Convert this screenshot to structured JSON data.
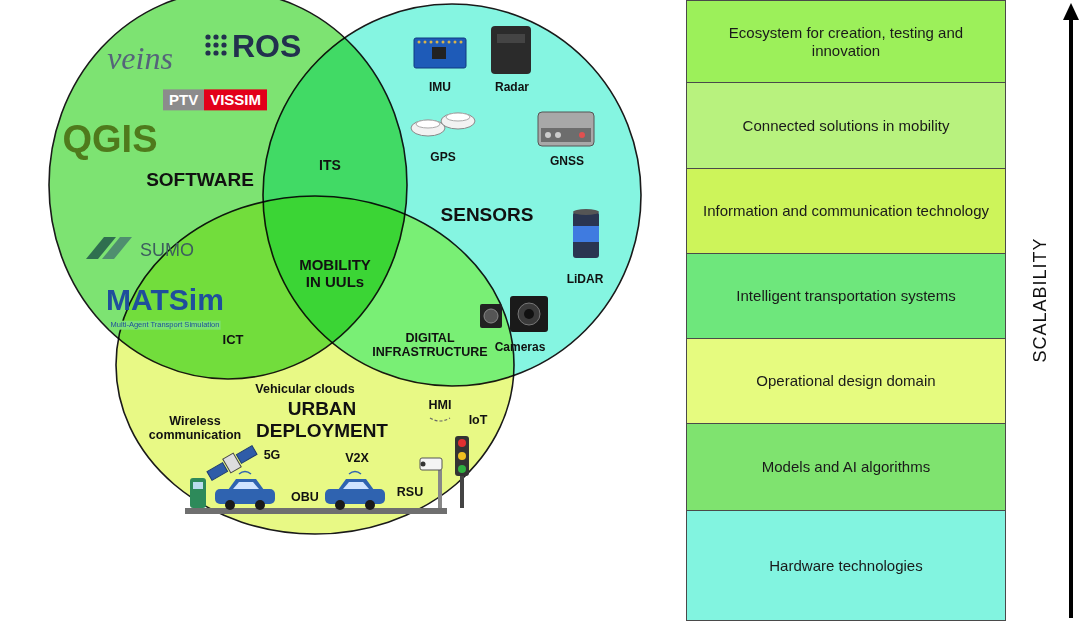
{
  "diagram": {
    "nodes": [
      {
        "text": [
          "SOFTWARE"
        ]
      },
      {
        "text": [
          "SENSORS"
        ]
      },
      {
        "text": [
          "URBAN DEPLOYMENT"
        ]
      },
      {
        "text": [
          "Ecosystem for creation, testing and innovation"
        ]
      },
      {
        "text": [
          "Connected solutions in mobility"
        ]
      },
      {
        "text": [
          "Information and communication technology"
        ]
      },
      {
        "text": [
          "Intelligent transportation systems"
        ]
      },
      {
        "text": [
          "Operational design domain"
        ]
      },
      {
        "text": [
          "Models and AI algorithms"
        ]
      },
      {
        "text": [
          "Hardware technologies"
        ]
      }
    ],
    "labels": [
      "veins",
      "ROS",
      "PTV",
      "VISSIM",
      "QGIS",
      "ITS",
      "IMU",
      "Radar",
      "GPS",
      "GNSS",
      "LiDAR",
      "Cameras",
      "SUMO",
      "MATSim",
      "Multi-Agent Transport Simulation",
      "MOBILITY IN UULs",
      "ICT",
      "DIGITAL INFRASTRUCTURE",
      "Vehicular clouds",
      "Wireless communication",
      "HMI",
      "IoT",
      "5G",
      "V2X",
      "OBU",
      "RSU",
      "SCALABILITY"
    ]
  }
}
